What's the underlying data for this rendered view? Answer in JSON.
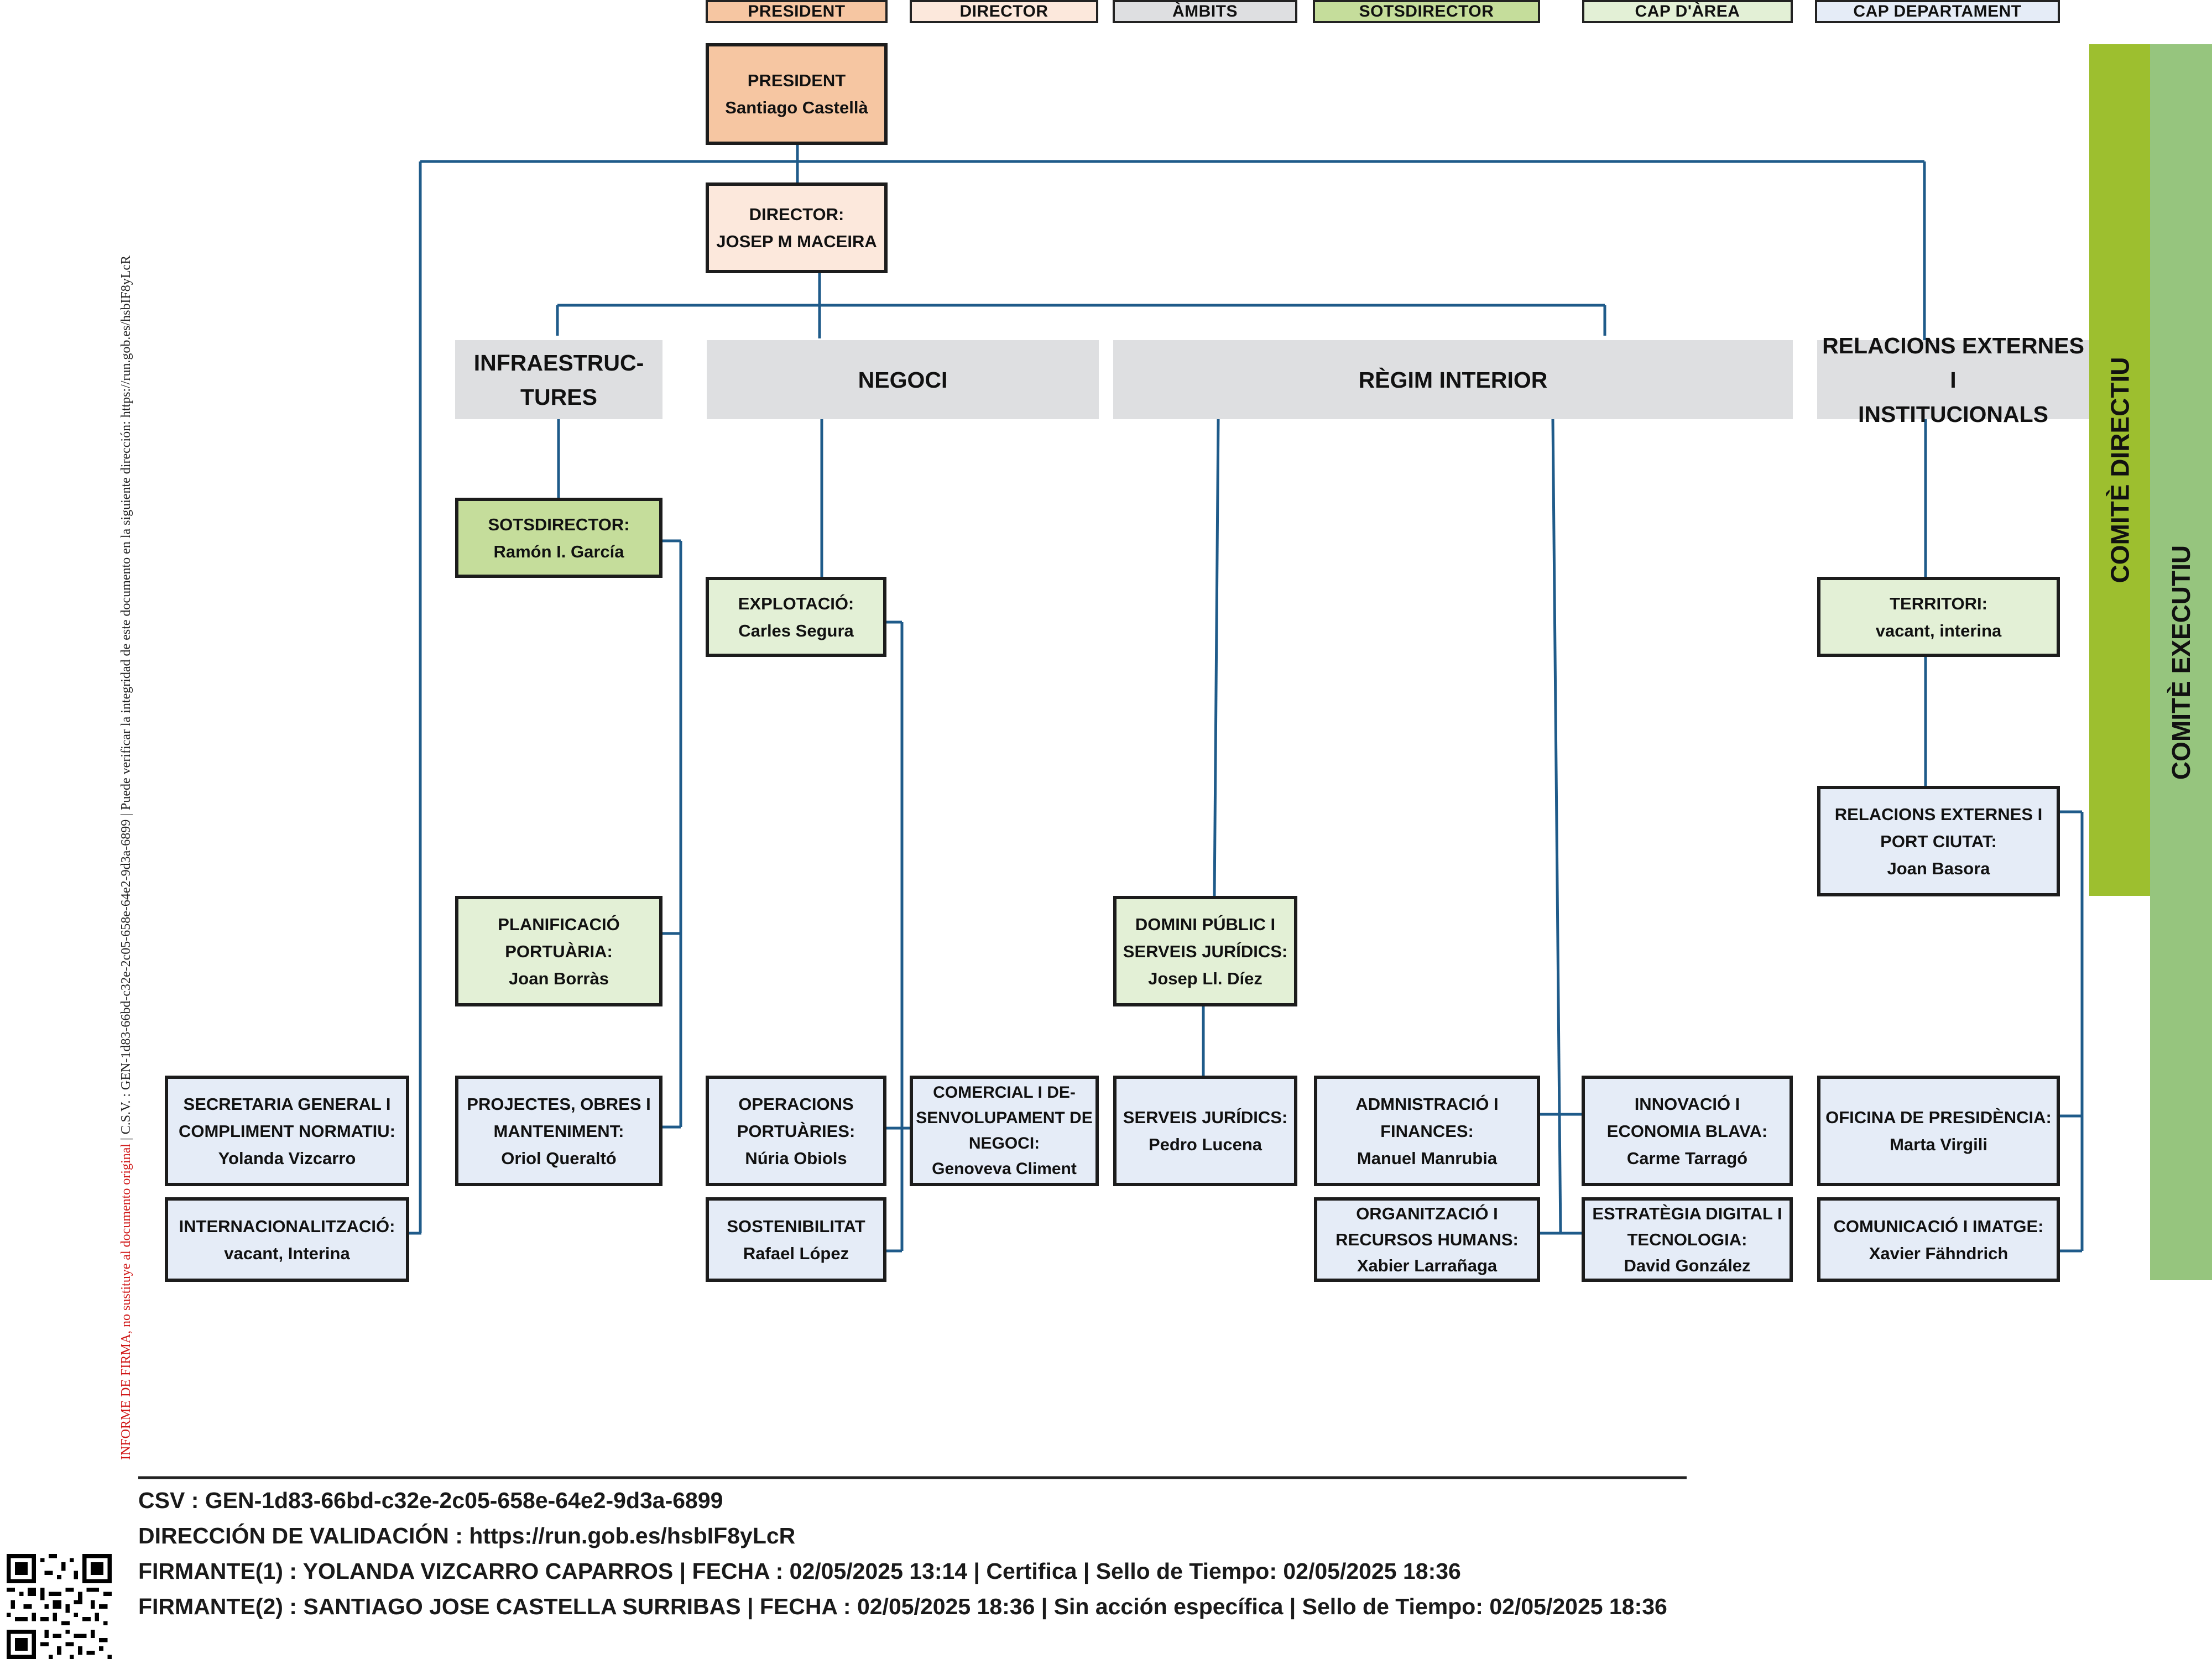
{
  "legend": [
    {
      "label": "PRESIDENT",
      "color": "#f6c6a2"
    },
    {
      "label": "DIRECTOR",
      "color": "#fce8dc"
    },
    {
      "label": "ÀMBITS",
      "color": "#dedfe1"
    },
    {
      "label": "SOTSDIRECTOR",
      "color": "#c5dd9b"
    },
    {
      "label": "CAP D'ÀREA",
      "color": "#e3f0d6"
    },
    {
      "label": "CAP DEPARTAMENT",
      "color": "#e5ecf7"
    }
  ],
  "president": {
    "l1": "PRESIDENT",
    "l2": "Santiago Castellà"
  },
  "director": {
    "l1": "DIRECTOR:",
    "l2": "JOSEP M MACEIRA"
  },
  "ambits": {
    "infra": [
      "INFRAESTRUC-",
      "TURES"
    ],
    "negoci": "NEGOCI",
    "regim": "RÈGIM INTERIOR",
    "relacions": [
      "RELACIONS EXTERNES I",
      "INSTITUCIONALS"
    ]
  },
  "boxes": {
    "sotsdirector": [
      "SOTSDIRECTOR:",
      "Ramón I. García"
    ],
    "explotacio": [
      "EXPLOTACIÓ:",
      "Carles Segura"
    ],
    "territori": [
      "TERRITORI:",
      "vacant, interina"
    ],
    "relacions_port": [
      "RELACIONS EXTERNES I",
      "PORT CIUTAT:",
      "Joan Basora"
    ],
    "planificacio": [
      "PLANIFICACIÓ",
      "PORTUÀRIA:",
      "Joan Borràs"
    ],
    "domini": [
      "DOMINI PÚBLIC I",
      "SERVEIS  JURÍDICS:",
      "Josep Ll. Díez"
    ],
    "secretaria": [
      "SECRETARIA GENERAL I",
      "COMPLIMENT NORMATIU:",
      "Yolanda Vizcarro"
    ],
    "projectes": [
      "PROJECTES, OBRES I",
      "MANTENIMENT:",
      "Oriol Queraltó"
    ],
    "operacions": [
      "OPERACIONS",
      "PORTUÀRIES:",
      "Núria Obiols"
    ],
    "comercial": [
      "COMERCIAL I DE-",
      "SENVOLUPAMENT DE",
      "NEGOCI:",
      "Genoveva Climent"
    ],
    "serveis": [
      "SERVEIS JURÍDICS:",
      "Pedro Lucena"
    ],
    "administracio": [
      "ADMNISTRACIÓ I",
      "FINANCES:",
      "Manuel Manrubia"
    ],
    "innovacio": [
      "INNOVACIÓ I",
      "ECONOMIA BLAVA:",
      "Carme Tarragó"
    ],
    "oficina": [
      "OFICINA DE PRESIDÈNCIA:",
      "Marta Virgili"
    ],
    "internacional": [
      "INTERNACIONALITZACIÓ:",
      "vacant, Interina"
    ],
    "sostenibilitat": [
      "SOSTENIBILITAT",
      "Rafael López"
    ],
    "organitzacio": [
      "ORGANITZACIÓ I",
      "RECURSOS HUMANS:",
      "Xabier Larrañaga"
    ],
    "estrategia": [
      "ESTRATÈGIA DIGITAL I",
      "TECNOLOGIA:",
      "David González"
    ],
    "comunicacio": [
      "COMUNICACIÓ I IMATGE:",
      "Xavier Fähndrich"
    ]
  },
  "bands": {
    "directiu": "COMITÈ DIRECTIU",
    "executiu": "COMITÈ EXECUTIU",
    "directiu_color": "#9dbf2f",
    "executiu_color": "#96c57e"
  },
  "side_note": {
    "red": "INFORME DE FIRMA, no sustituye al documento original",
    "rest": " | C.S.V. : GEN-1d83-66bd-c32e-2c05-658e-64e2-9d3a-6899 | Puede verificar la integridad de este documento en la siguiente dirección: https://run.gob.es/hsbIF8yLcR"
  },
  "footer": {
    "csv": "CSV : GEN-1d83-66bd-c32e-2c05-658e-64e2-9d3a-6899",
    "direccion": "DIRECCIÓN DE VALIDACIÓN : https://run.gob.es/hsbIF8yLcR",
    "firmante1": "FIRMANTE(1) : YOLANDA VIZCARRO CAPARROS | FECHA : 02/05/2025 13:14 | Certifica | Sello de Tiempo: 02/05/2025 18:36",
    "firmante2": "FIRMANTE(2) : SANTIAGO JOSE CASTELLA SURRIBAS | FECHA : 02/05/2025 18:36 | Sin acción específica | Sello de Tiempo: 02/05/2025 18:36"
  }
}
